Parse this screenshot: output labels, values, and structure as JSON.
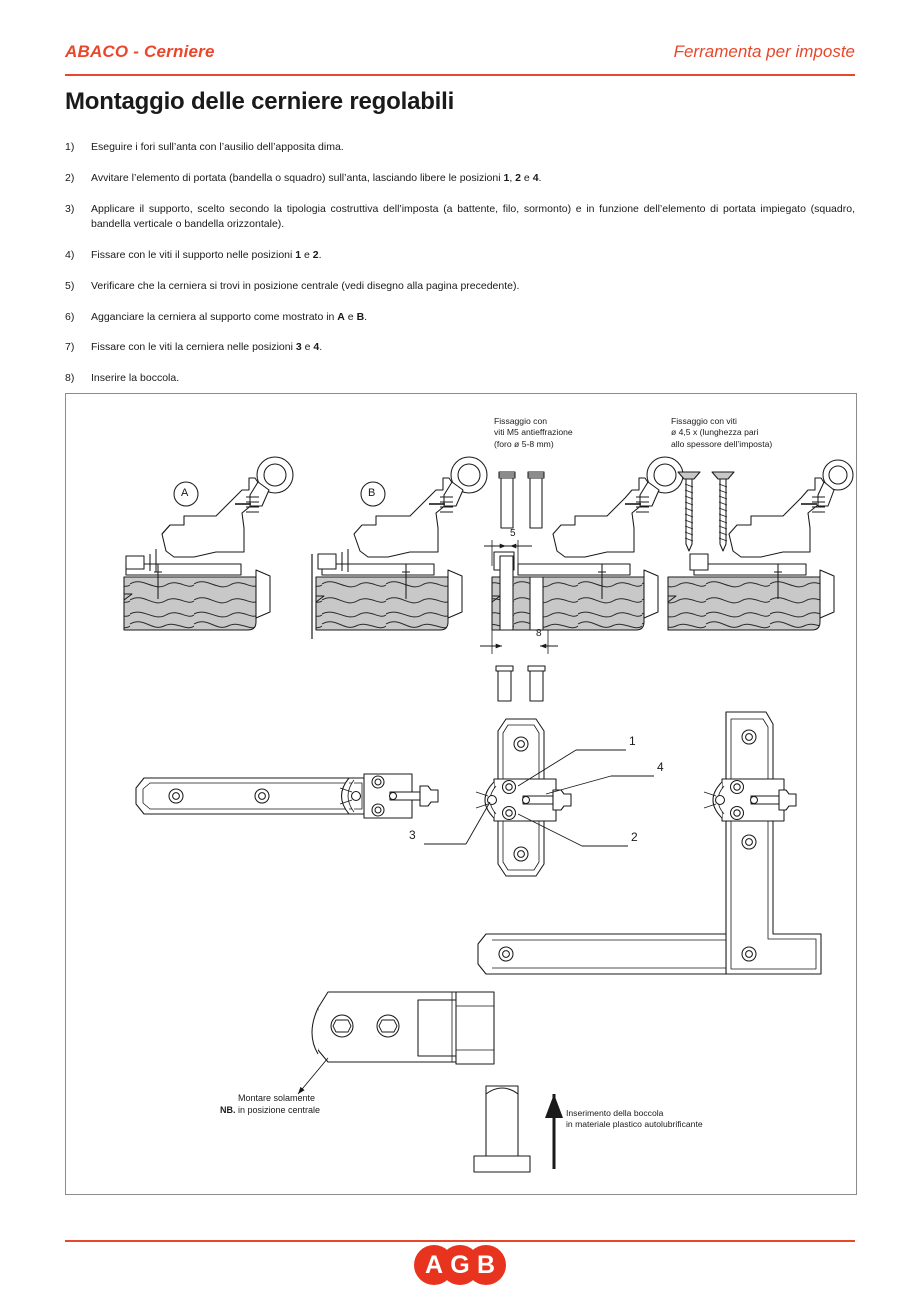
{
  "header": {
    "left_title": "ABACO - Cerniere",
    "right_title": "Ferramenta per imposte",
    "accent_color": "#e8472c"
  },
  "page_title": "Montaggio delle cerniere regolabili",
  "instructions": [
    {
      "num": "1)",
      "text": "Eseguire i fori sull’anta con l’ausilio dell’apposita dima."
    },
    {
      "num": "2)",
      "text": "Avvitare l’elemento di portata (bandella o squadro) sull’anta, lasciando libere le posizioni 1, 2 e 4."
    },
    {
      "num": "3)",
      "text": "Applicare il supporto, scelto secondo la tipologia costruttiva dell’imposta (a battente, filo, sormonto) e in funzione dell’elemento di portata impiegato (squadro, bandella verticale o bandella orizzontale)."
    },
    {
      "num": "4)",
      "text": "Fissare con le viti il supporto nelle posizioni 1 e 2."
    },
    {
      "num": "5)",
      "text": "Verificare che la cerniera si trovi in posizione centrale (vedi disegno alla pagina precedente)."
    },
    {
      "num": "6)",
      "text": "Agganciare la cerniera al supporto come mostrato in A e B."
    },
    {
      "num": "7)",
      "text": "Fissare con le viti la cerniera nelle posizioni 3 e 4."
    },
    {
      "num": "8)",
      "text": "Inserire la boccola."
    }
  ],
  "figure": {
    "callout_a": "A",
    "callout_b": "B",
    "note_m5": "Fissaggio con\nviti M5 antieffrazione\n(foro ø 5-8 mm)",
    "note_screws": "Fissaggio con viti\nø 4,5 x (lunghezza pari\nallo spessore dell’imposta)",
    "dim_top": "5",
    "dim_bottom": "8",
    "position_labels": {
      "p1": "1",
      "p2": "2",
      "p3": "3",
      "p4": "4"
    },
    "nb_label": "NB.",
    "nb_text": "Montare solamente\nin posizione centrale",
    "bushing_note": "Inserimento della boccola\nin materiale plastico autolubrificante",
    "wood_fill": "#c8c8c8",
    "line_color": "#1a1a1a"
  },
  "footer": {
    "logo_letters": [
      "A",
      "G",
      "B"
    ],
    "logo_color": "#e8331e"
  }
}
